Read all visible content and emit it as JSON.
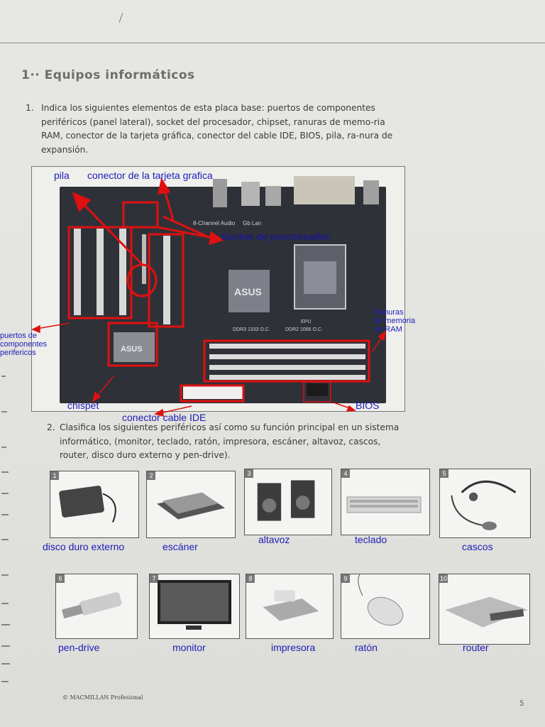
{
  "section": {
    "title": "1·· Equipos informáticos"
  },
  "question1": {
    "number": "1.",
    "text": "Indica los siguientes elementos de esta placa base: puertos de componentes periféricos (panel lateral), socket del procesador, chipset, ranuras de memo-ria RAM, conector de la tarjeta gráfica, conector del cable IDE, BIOS, pila, ra-nura de expansión."
  },
  "question2": {
    "number": "2.",
    "text": "Clasifica los siguientes periféricos así como su función principal en un sistema informático, (monitor, teclado, ratón, impresora, escáner, altavoz, cascos, router, disco duro externo y pen-drive)."
  },
  "board_labels": {
    "asus": "ASUS",
    "audio": "8-Channel Audio",
    "lan": "Gb Lan",
    "ddr3": "DDR3 1333 O.C.",
    "ddr2": "DDR2 1066 O.C.",
    "epu": "EPU"
  },
  "annotations": {
    "pila": "pila",
    "grafica": "conector de la tarjeta grafica",
    "socket": "Socket de processador",
    "ram_1": "Ranuras",
    "ram_2": "de memoria",
    "ram_3": "de RAM",
    "puertos_1": "puertos  de",
    "puertos_2": "componentes",
    "puertos_3": "perifericos",
    "chipset": "chispet",
    "ide": "conector cable IDE",
    "bios": "BIOS"
  },
  "peripherals": [
    {
      "num": "1",
      "label": "disco duro externo",
      "icon": "external-drive-icon"
    },
    {
      "num": "2",
      "label": "escáner",
      "icon": "scanner-icon"
    },
    {
      "num": "3",
      "label": "altavoz",
      "icon": "speakers-icon"
    },
    {
      "num": "4",
      "label": "teclado",
      "icon": "keyboard-icon"
    },
    {
      "num": "5",
      "label": "cascos",
      "icon": "headset-icon"
    },
    {
      "num": "6",
      "label": "pen-drive",
      "icon": "usb-drive-icon"
    },
    {
      "num": "7",
      "label": "monitor",
      "icon": "monitor-icon"
    },
    {
      "num": "8",
      "label": "impresora",
      "icon": "printer-icon"
    },
    {
      "num": "9",
      "label": "ratón",
      "icon": "mouse-icon"
    },
    {
      "num": "10",
      "label": "router",
      "icon": "router-icon"
    }
  ],
  "footer": {
    "publisher": "© MACMILLAN Profesional",
    "page": "5"
  },
  "colors": {
    "annotation": "#1d1db8",
    "highlight": "#e01010",
    "board": "#2f3138"
  }
}
